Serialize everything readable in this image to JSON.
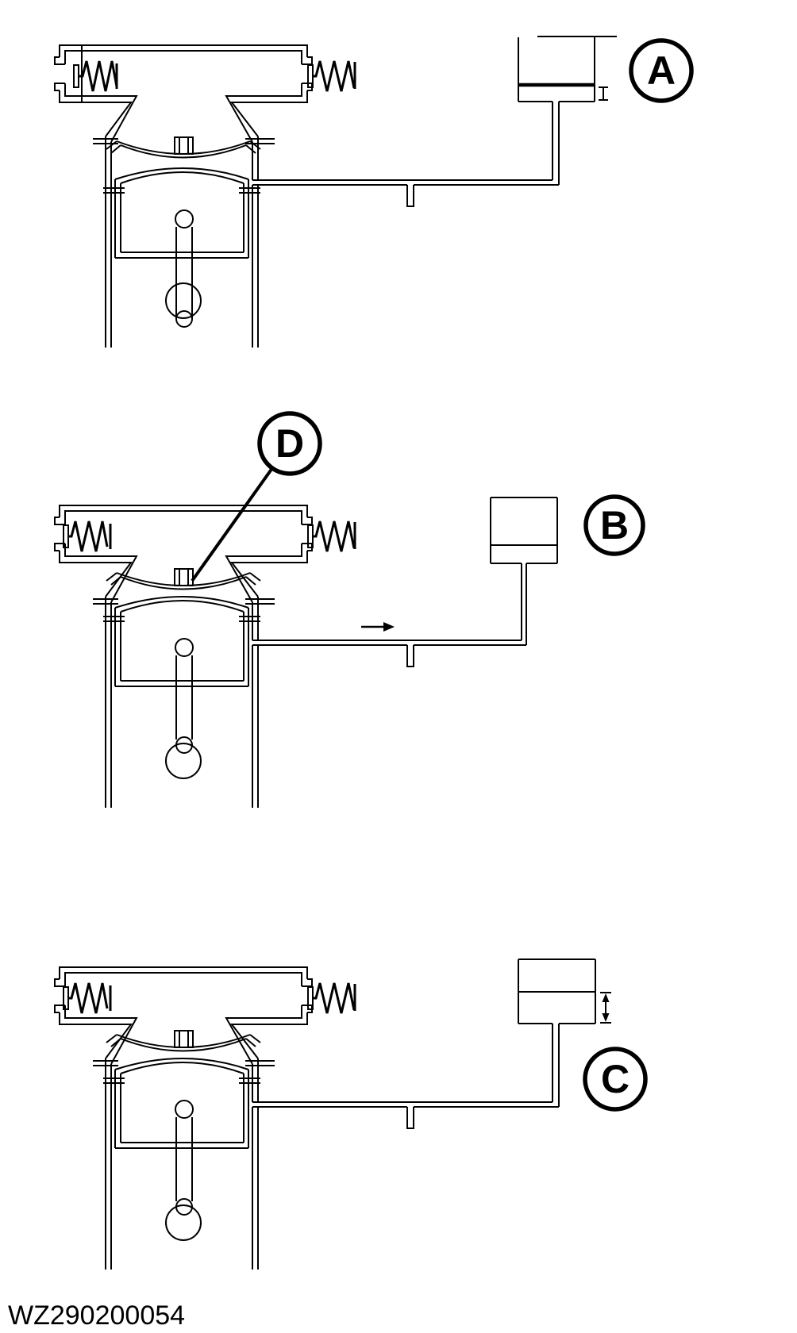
{
  "page": {
    "background_color": "#ffffff",
    "line_color": "#000000"
  },
  "figure": {
    "code": "WZ290200054",
    "panels": [
      {
        "label": "A",
        "reservoir": {
          "lid": "open",
          "fluid_level": "low",
          "has_dimension_marker": true
        }
      },
      {
        "label": "B",
        "reservoir": {
          "lid": "closed",
          "fluid_level": "low",
          "has_dimension_marker": false
        },
        "flow_arrow_direction": "right"
      },
      {
        "label": "C",
        "reservoir": {
          "lid": "closed",
          "fluid_level": "high",
          "has_dimension_marker": true
        }
      }
    ],
    "detail_callout": {
      "label": "D"
    }
  }
}
